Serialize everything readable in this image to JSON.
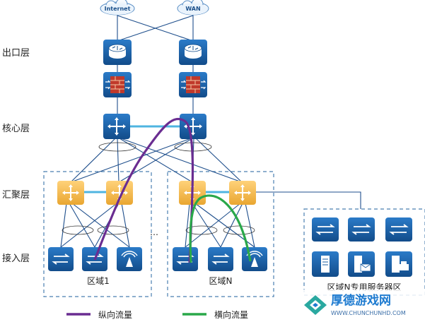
{
  "layers": {
    "egress": "出口层",
    "core": "核心层",
    "aggregation": "汇聚层",
    "access": "接入层"
  },
  "clouds": {
    "internet": "Internet",
    "wan": "WAN"
  },
  "areas": {
    "area1": "区域1",
    "areaN": "区域N",
    "server_zone": "区域N专用服务器区",
    "ellipsis": "…"
  },
  "legend": {
    "vertical": "纵向流量",
    "horizontal": "横向流量",
    "vertical_color": "#6a2d91",
    "horizontal_color": "#2aa84a"
  },
  "colors": {
    "device_blue": "#1a5fa3",
    "aggregation_yellow": "#f5b942",
    "link_blue": "#1f4f8c",
    "core_link": "#4fb4e0",
    "dashed_border": "#4a7fb0"
  },
  "watermark": {
    "title": "厚德游戏网",
    "url": "WWW.CHUNCHUNHD.COM"
  }
}
